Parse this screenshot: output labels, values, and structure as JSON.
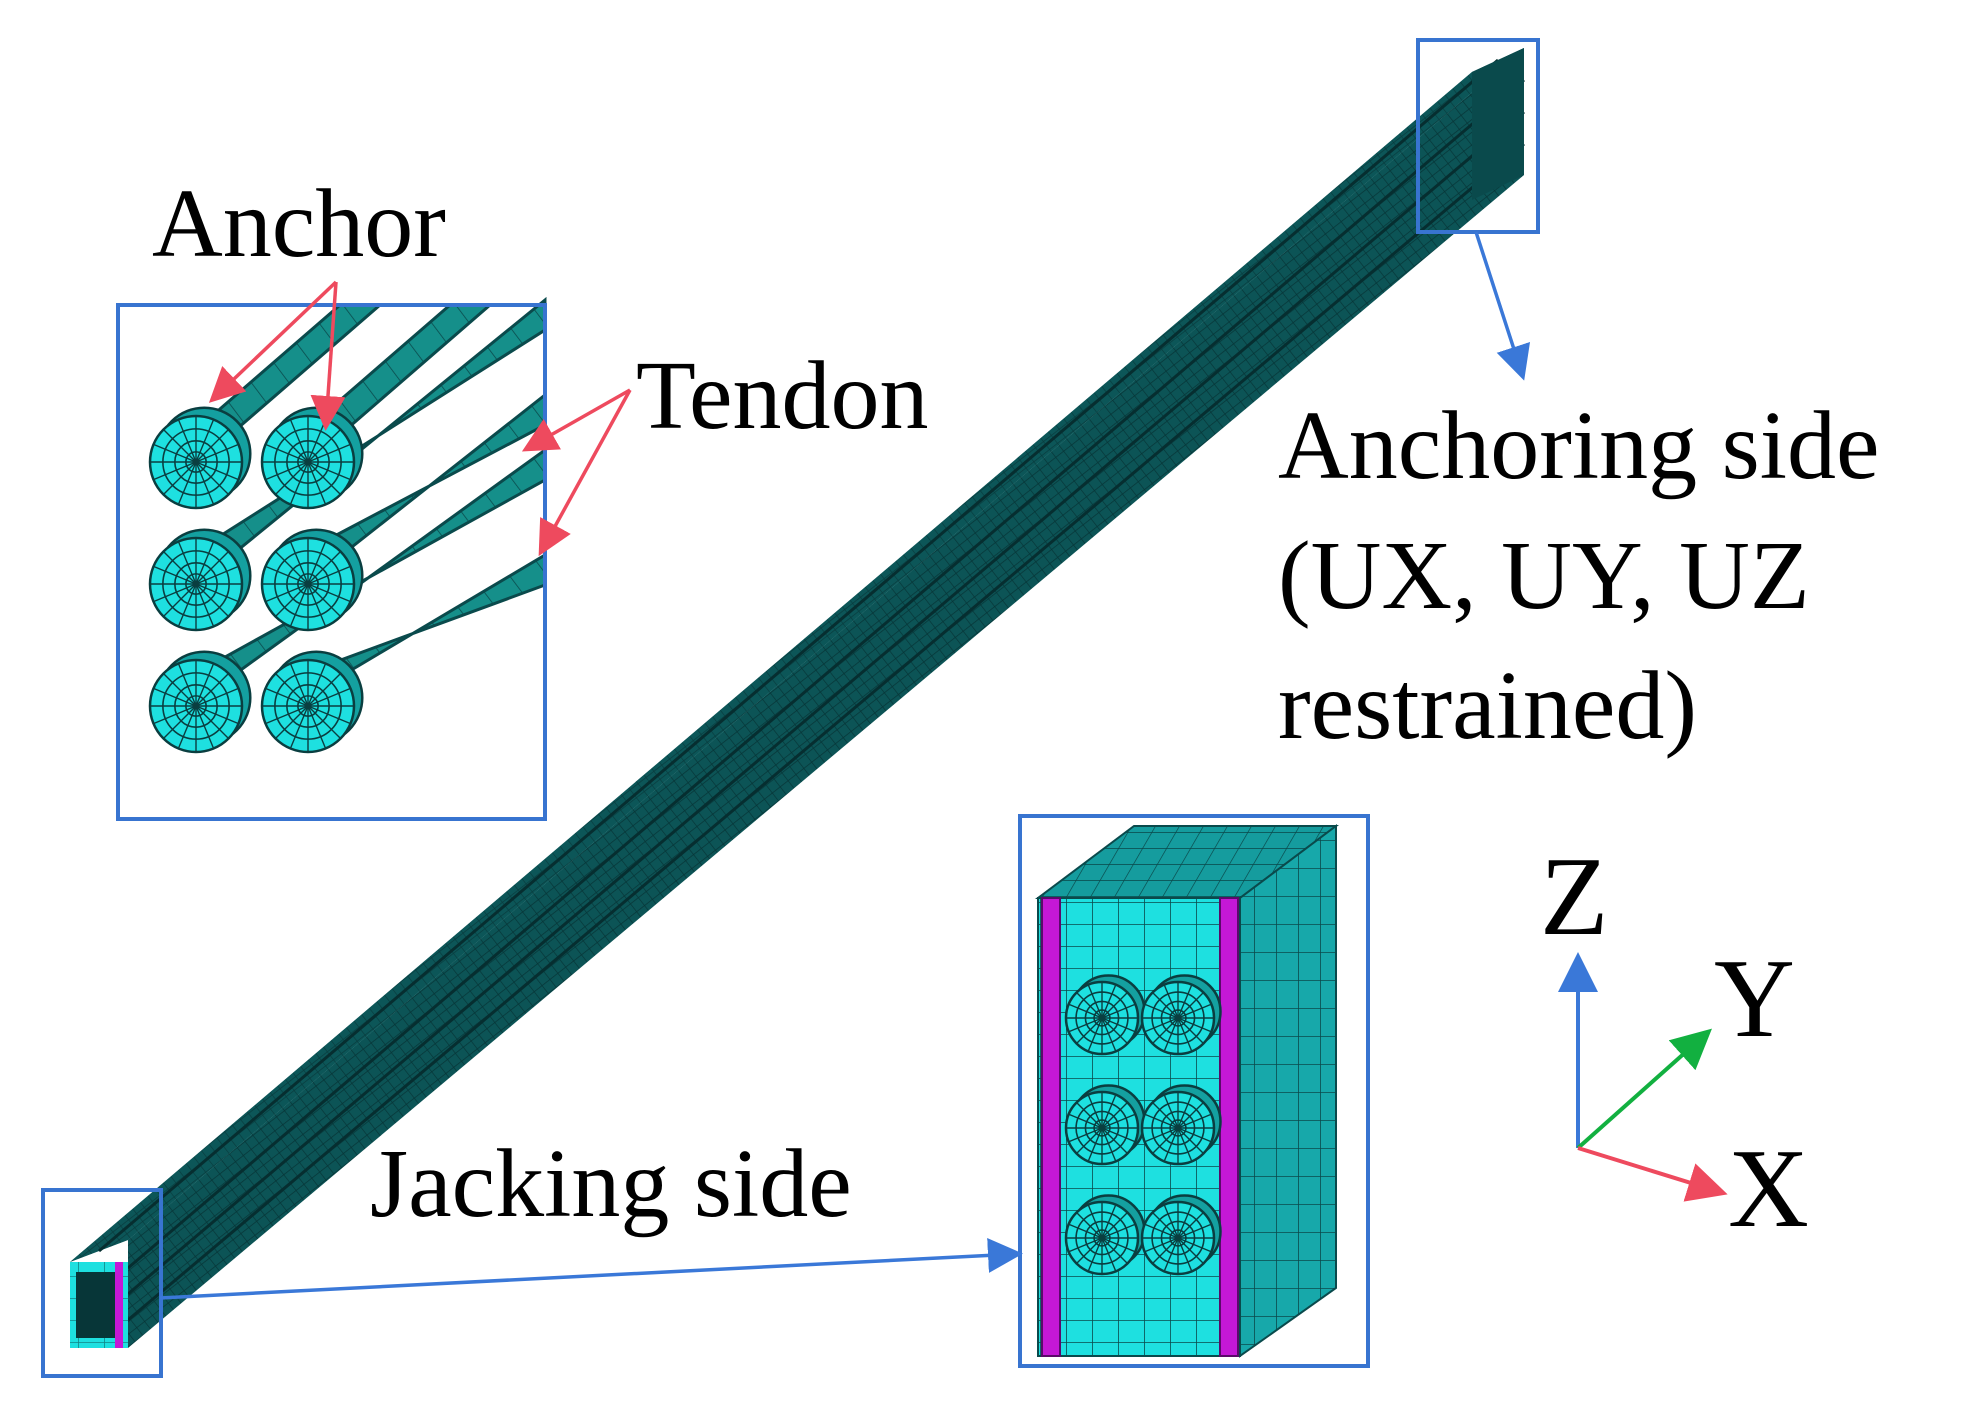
{
  "labels": {
    "anchor": "Anchor",
    "tendon": "Tendon",
    "anchoring_side": [
      "Anchoring side",
      "(UX, UY, UZ",
      "restrained)"
    ],
    "jacking_side": "Jacking side"
  },
  "axes": {
    "z": "Z",
    "y": "Y",
    "x": "X"
  },
  "colors": {
    "mesh_dark": "#0c5456",
    "mesh_light": "#1ee0e0",
    "mesh_line": "#0a3e40",
    "plate": "#c418d6",
    "callout_box": "#3874d0",
    "pointer_red": "#ee4a5e",
    "axis_z": "#3a78d8",
    "axis_y": "#12b040",
    "axis_x": "#ee4a5e"
  }
}
